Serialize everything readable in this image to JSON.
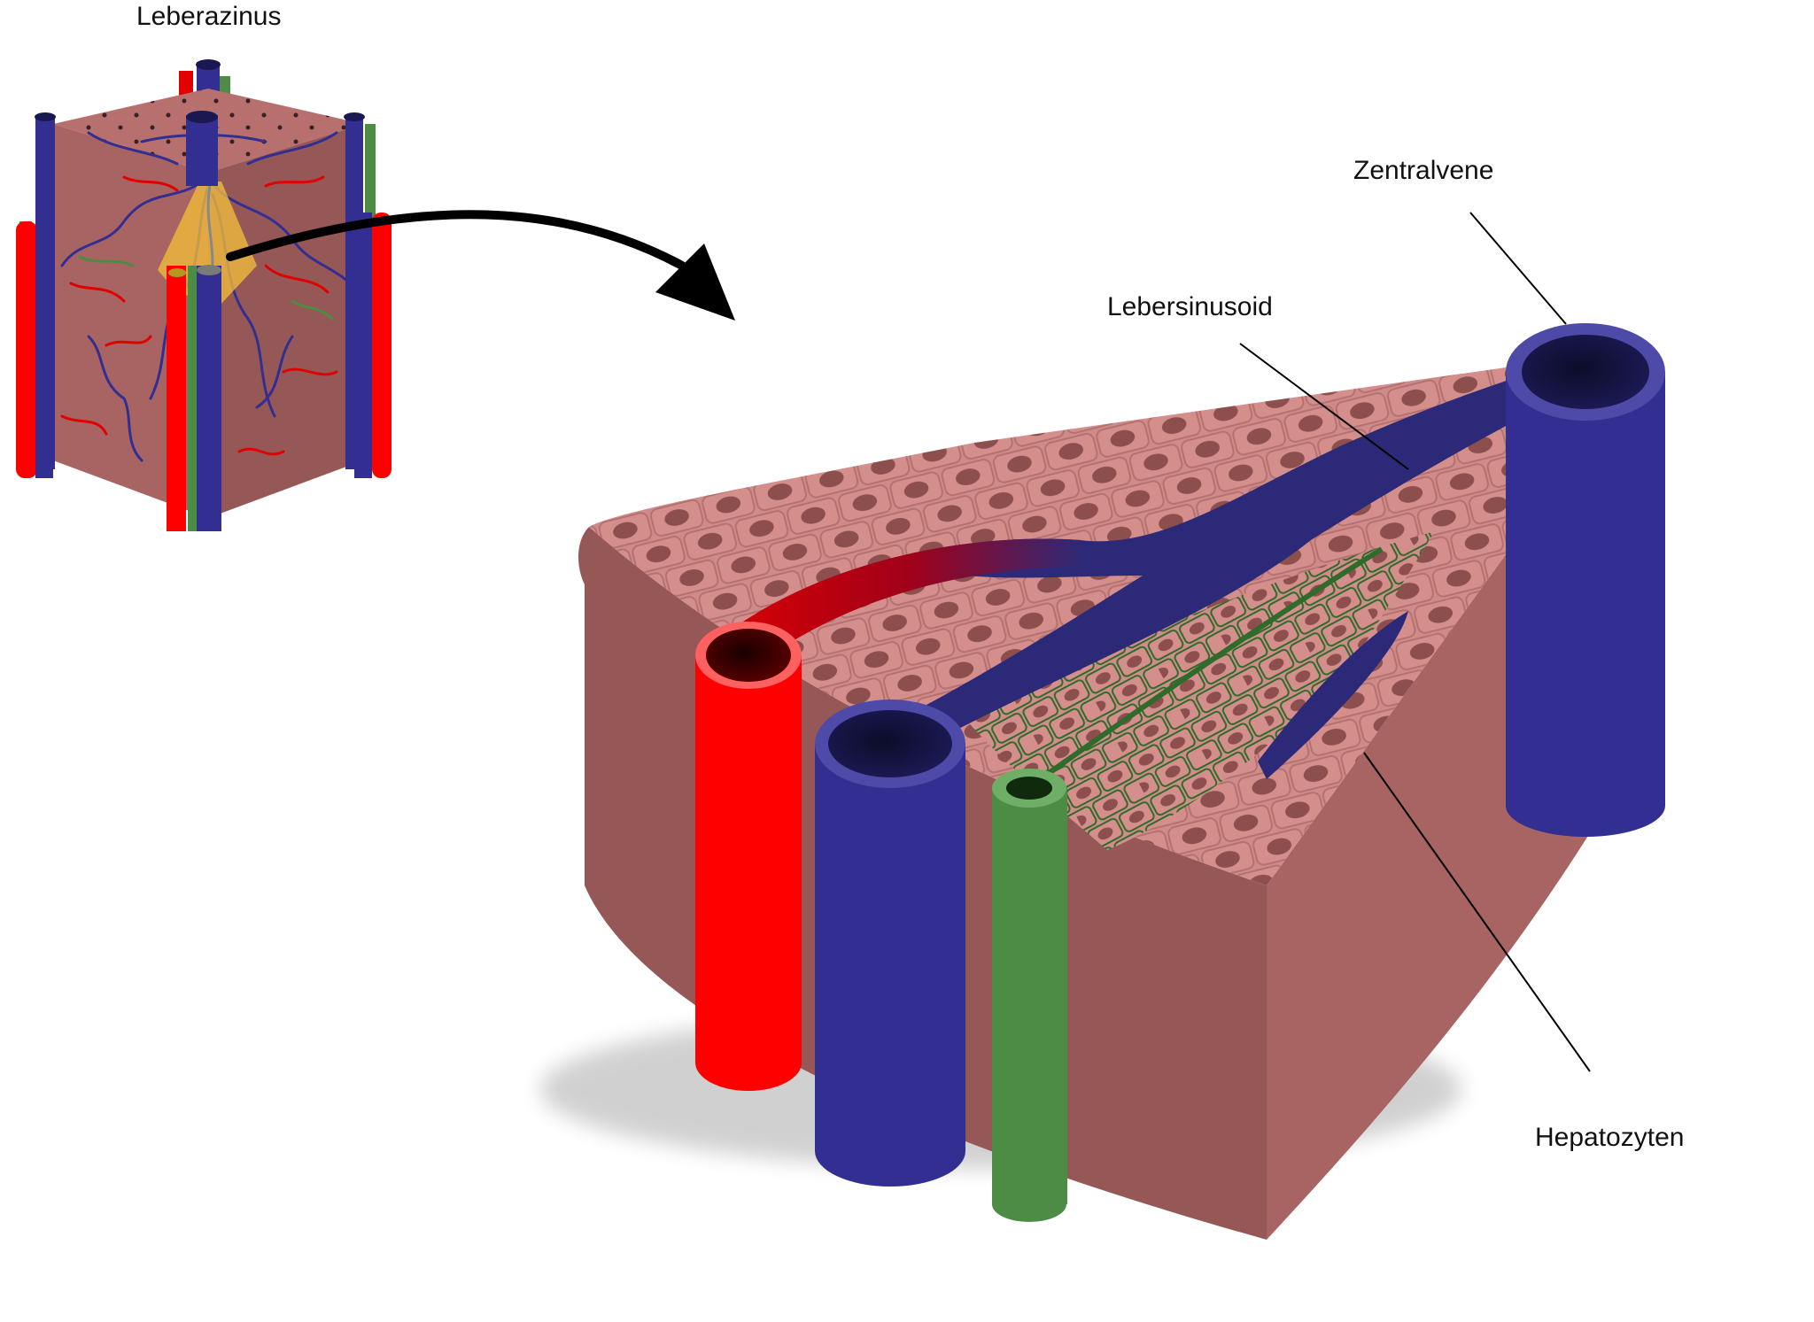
{
  "labels": {
    "acinus": "Leberazinus",
    "central_vein": "Zentralvene",
    "sinusoid": "Lebersinusoid",
    "hepatocytes": "Hepatozyten"
  },
  "colors": {
    "tissue_side_dark": "#965856",
    "tissue_side_light": "#a86462",
    "tissue_top": "#c98382",
    "cell_fill": "#cf8b89",
    "cell_nucleus": "#8c4f4d",
    "artery": "#ff0000",
    "portal_vein": "#332e91",
    "central_vein": "#332e91",
    "bile_duct": "#4c8c45",
    "sinusoid": "#2c2a78",
    "highlight": "#f5c03a"
  }
}
